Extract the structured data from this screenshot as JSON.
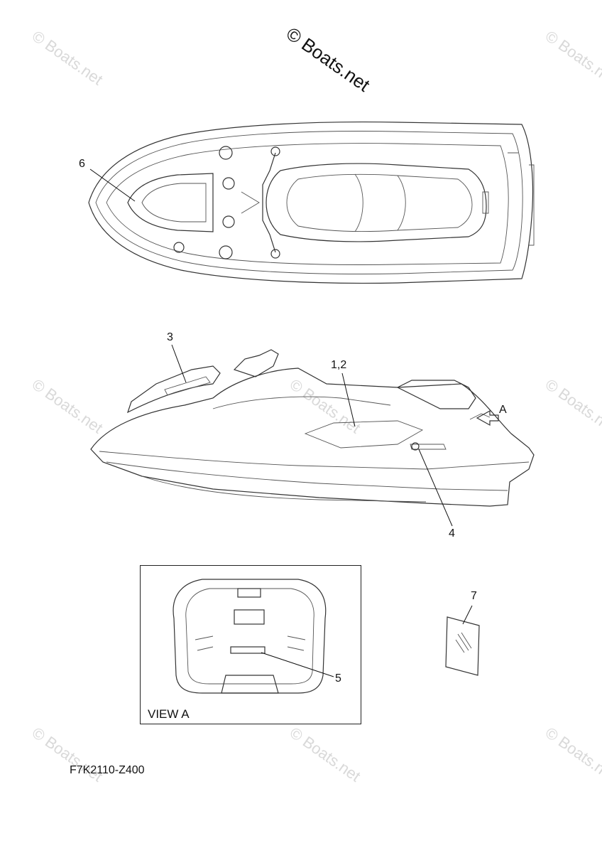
{
  "watermark": {
    "main": "© Boats.net",
    "repeat": "© Boats.net"
  },
  "callouts": {
    "c6": "6",
    "c3": "3",
    "c12": "1,2",
    "c4": "4",
    "c5": "5",
    "c7": "7",
    "arrow_label": "A"
  },
  "view": {
    "label": "VIEW A"
  },
  "diagram_code": "F7K2110-Z400"
}
